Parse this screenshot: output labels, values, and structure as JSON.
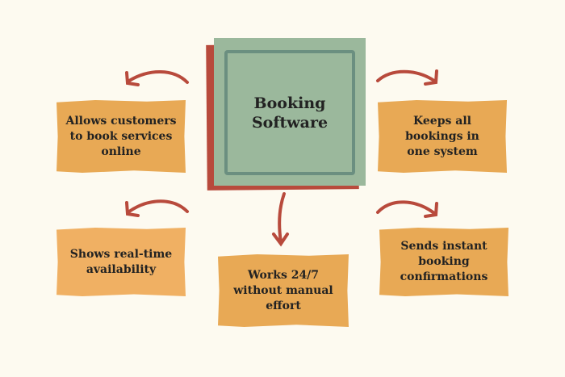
{
  "center": {
    "title": "Booking Software"
  },
  "features": [
    {
      "label": "Allows customers to book services online"
    },
    {
      "label": "Keeps all bookings in one system"
    },
    {
      "label": "Shows real-time availability"
    },
    {
      "label": "Works 24/7 without manual effort"
    },
    {
      "label": "Sends instant booking confirmations"
    }
  ],
  "colors": {
    "background": "#fdfaf0",
    "center": "#9bb89c",
    "accent": "#b84a3c",
    "box": "#e8a955"
  }
}
